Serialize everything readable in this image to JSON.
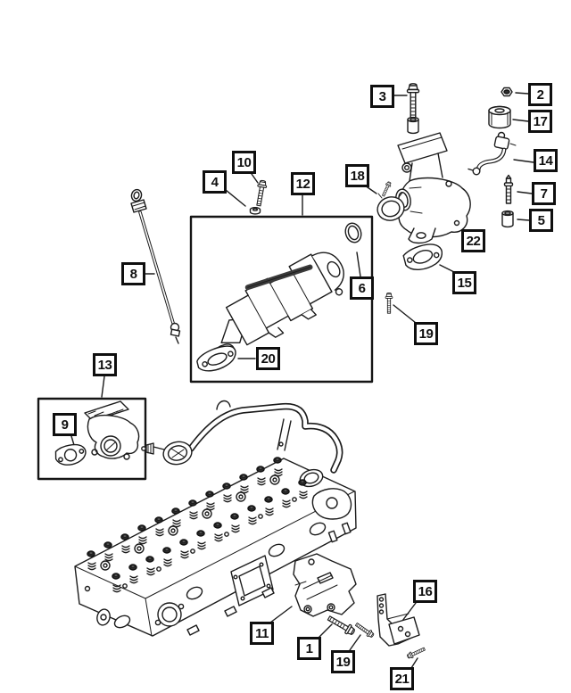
{
  "diagram": {
    "kind": "exploded-parts-diagram",
    "subject": "engine-cylinder-head-egr-cooler-exhaust",
    "background_color": "#ffffff",
    "line_color": "#1b1b1b",
    "callout_border_color": "#0f0f0f"
  },
  "callouts": {
    "c1": {
      "label": "1",
      "part": "bracket-bolt"
    },
    "c2": {
      "label": "2",
      "part": "nut"
    },
    "c3": {
      "label": "3",
      "part": "bolt-with-sleeve"
    },
    "c4": {
      "label": "4",
      "part": "nut"
    },
    "c5": {
      "label": "5",
      "part": "spacer-sleeve"
    },
    "c6": {
      "label": "6",
      "part": "o-ring-seal"
    },
    "c7": {
      "label": "7",
      "part": "stud"
    },
    "c8": {
      "label": "8",
      "part": "dipstick"
    },
    "c9": {
      "label": "9",
      "part": "gasket"
    },
    "c10": {
      "label": "10",
      "part": "bolt"
    },
    "c11": {
      "label": "11",
      "part": "support-bracket"
    },
    "c12": {
      "label": "12",
      "part": "egr-cooler-assembly"
    },
    "c13": {
      "label": "13",
      "part": "egr-valve-kit"
    },
    "c14": {
      "label": "14",
      "part": "tube"
    },
    "c15": {
      "label": "15",
      "part": "gasket"
    },
    "c16": {
      "label": "16",
      "part": "heat-shield-bracket"
    },
    "c17": {
      "label": "17",
      "part": "isolator"
    },
    "c18": {
      "label": "18",
      "part": "v-band-clamp"
    },
    "c19_mid": {
      "label": "19",
      "part": "bolt"
    },
    "c19_bottom": {
      "label": "19",
      "part": "bolt"
    },
    "c20": {
      "label": "20",
      "part": "gasket"
    },
    "c21": {
      "label": "21",
      "part": "screw"
    },
    "c22": {
      "label": "22",
      "part": "exhaust-elbow"
    }
  }
}
